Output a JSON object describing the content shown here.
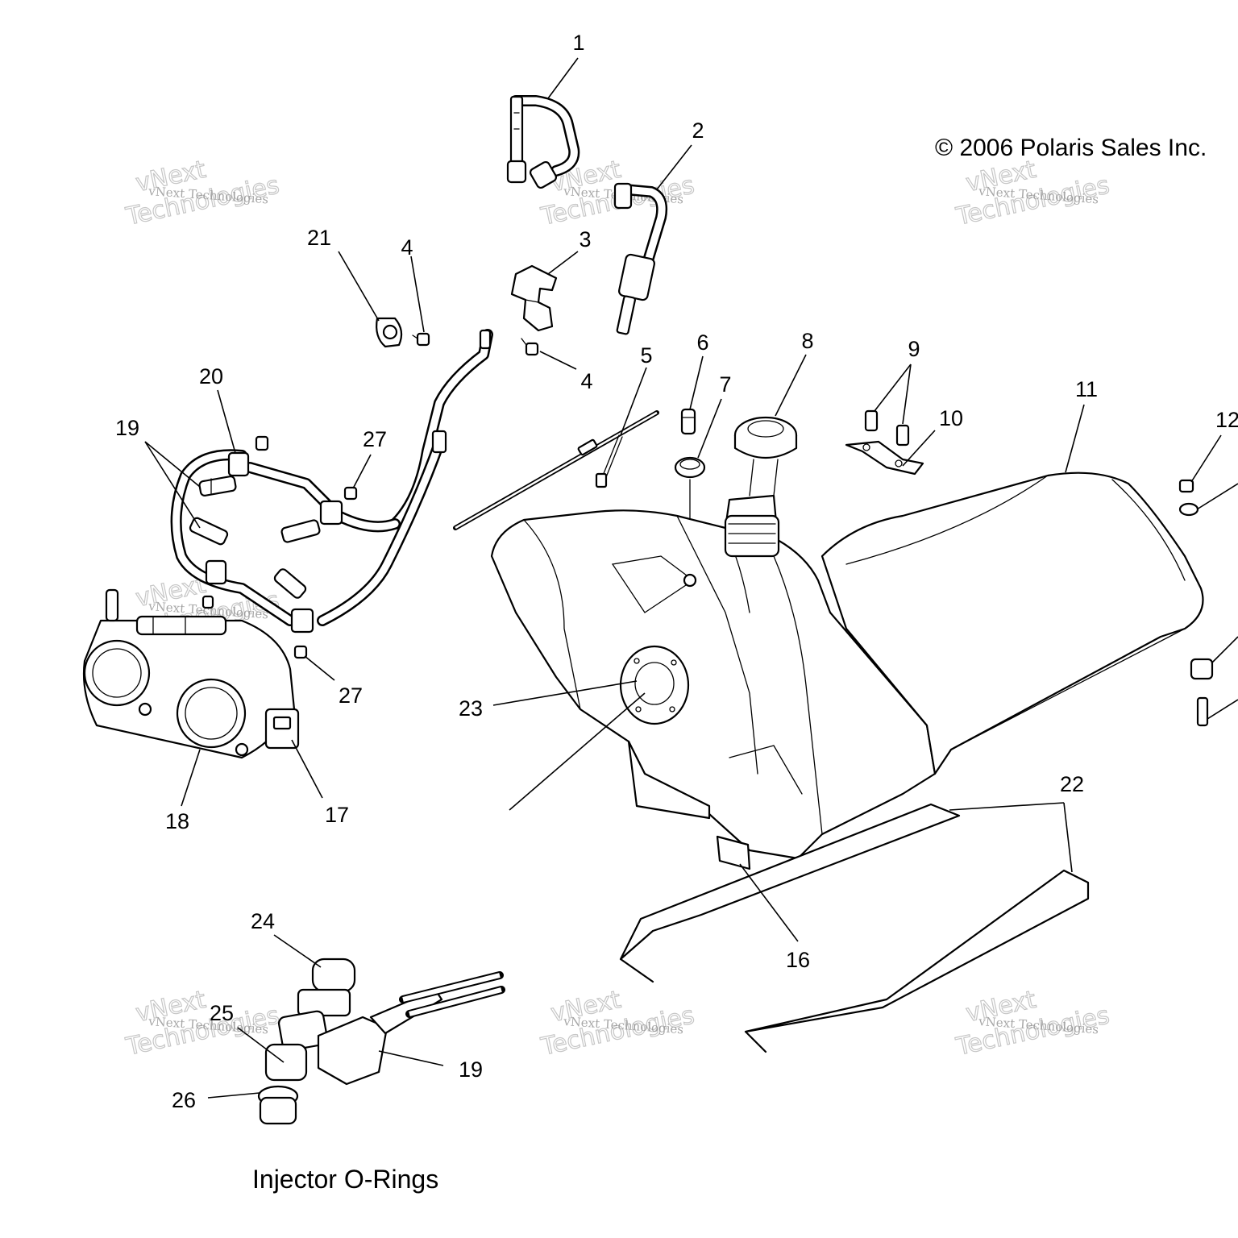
{
  "copyright": "© 2006 Polaris Sales Inc.",
  "caption": "Injector O-Rings",
  "watermark": {
    "line1": "vNext Technologies",
    "line2": "vNext\nTechnologies"
  },
  "callouts": [
    {
      "id": "c1",
      "label": "1"
    },
    {
      "id": "c2",
      "label": "2"
    },
    {
      "id": "c3",
      "label": "3"
    },
    {
      "id": "c4a",
      "label": "4"
    },
    {
      "id": "c4b",
      "label": "4"
    },
    {
      "id": "c5",
      "label": "5"
    },
    {
      "id": "c6",
      "label": "6"
    },
    {
      "id": "c7",
      "label": "7"
    },
    {
      "id": "c8",
      "label": "8"
    },
    {
      "id": "c9",
      "label": "9"
    },
    {
      "id": "c10",
      "label": "10"
    },
    {
      "id": "c11",
      "label": "11"
    },
    {
      "id": "c12",
      "label": "12"
    },
    {
      "id": "c16",
      "label": "16"
    },
    {
      "id": "c17",
      "label": "17"
    },
    {
      "id": "c18",
      "label": "18"
    },
    {
      "id": "c19a",
      "label": "19"
    },
    {
      "id": "c19b",
      "label": "19"
    },
    {
      "id": "c20",
      "label": "20"
    },
    {
      "id": "c21",
      "label": "21"
    },
    {
      "id": "c22",
      "label": "22"
    },
    {
      "id": "c23",
      "label": "23"
    },
    {
      "id": "c24",
      "label": "24"
    },
    {
      "id": "c25",
      "label": "25"
    },
    {
      "id": "c26",
      "label": "26"
    },
    {
      "id": "c27a",
      "label": "27"
    },
    {
      "id": "c27b",
      "label": "27"
    }
  ]
}
